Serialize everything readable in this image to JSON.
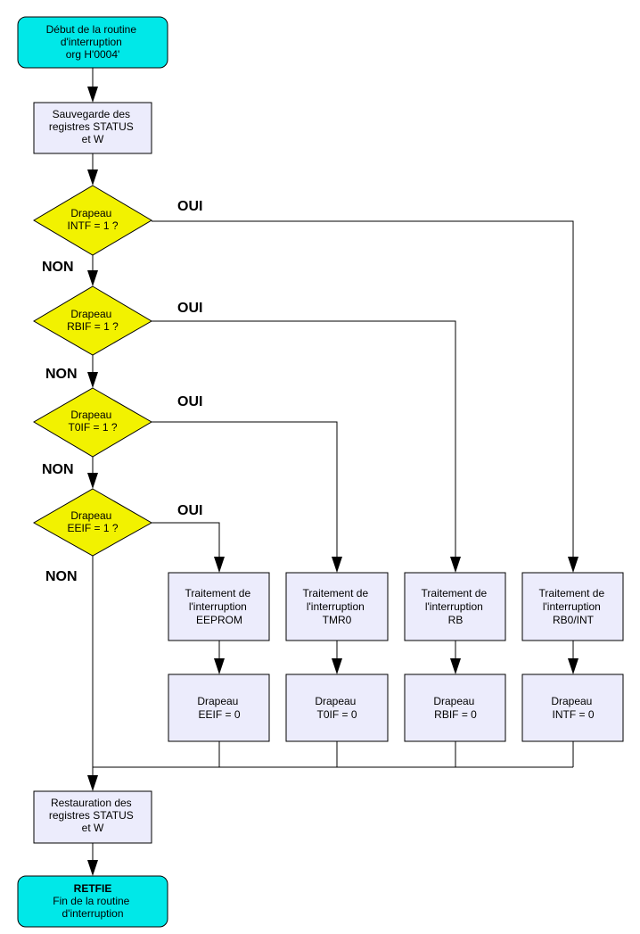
{
  "start": {
    "lines": [
      "Début de la routine",
      "d'interruption",
      "org H'0004'"
    ]
  },
  "save": {
    "lines": [
      "Sauvegarde des",
      "registres STATUS",
      "et W"
    ]
  },
  "decisions": [
    {
      "lines": [
        "Drapeau",
        "INTF = 1 ?"
      ],
      "yes": "OUI",
      "no": "NON"
    },
    {
      "lines": [
        "Drapeau",
        "RBIF = 1 ?"
      ],
      "yes": "OUI",
      "no": "NON"
    },
    {
      "lines": [
        "Drapeau",
        "T0IF = 1 ?"
      ],
      "yes": "OUI",
      "no": "NON"
    },
    {
      "lines": [
        "Drapeau",
        "EEIF = 1 ?"
      ],
      "yes": "OUI",
      "no": "NON"
    }
  ],
  "treatments": [
    {
      "lines": [
        "Traitement de",
        "l'interruption",
        "EEPROM"
      ]
    },
    {
      "lines": [
        "Traitement de",
        "l'interruption",
        "TMR0"
      ]
    },
    {
      "lines": [
        "Traitement de",
        "l'interruption",
        "RB"
      ]
    },
    {
      "lines": [
        "Traitement de",
        "l'interruption",
        "RB0/INT"
      ]
    }
  ],
  "clears": [
    {
      "lines": [
        "Drapeau",
        "EEIF = 0"
      ]
    },
    {
      "lines": [
        "Drapeau",
        "T0IF = 0"
      ]
    },
    {
      "lines": [
        "Drapeau",
        "RBIF = 0"
      ]
    },
    {
      "lines": [
        "Drapeau",
        "INTF = 0"
      ]
    }
  ],
  "restore": {
    "lines": [
      "Restauration des",
      "registres STATUS",
      "et W"
    ]
  },
  "end": {
    "title": "RETFIE",
    "lines": [
      "Fin de la routine",
      "d'interruption"
    ]
  }
}
